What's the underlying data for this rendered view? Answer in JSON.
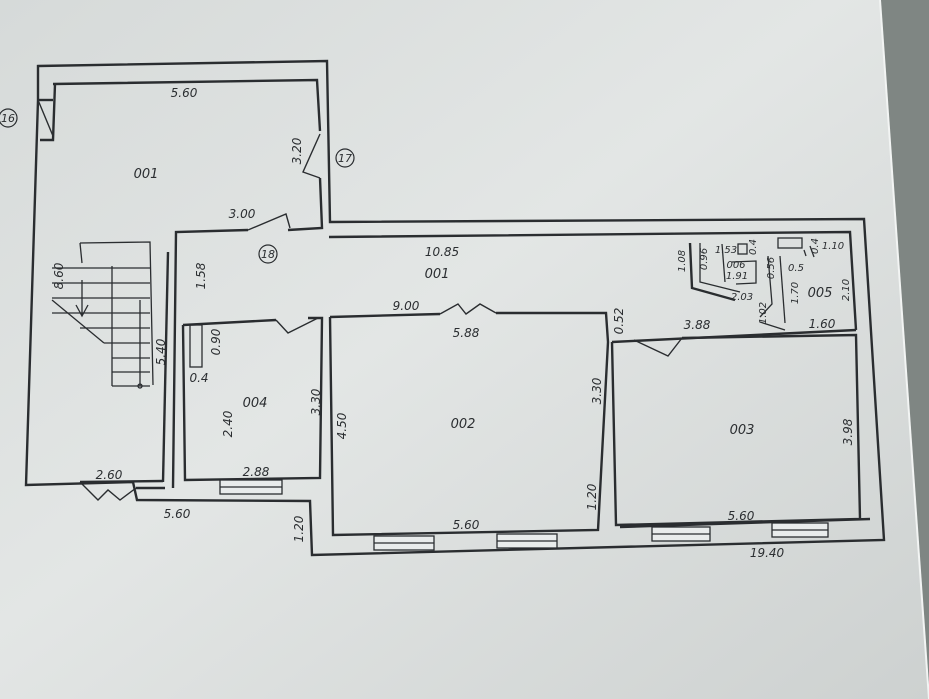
{
  "markers": {
    "m16": "16",
    "m17": "17",
    "m18": "18"
  },
  "rooms": {
    "r001_top": "001",
    "r001_corridor": "001",
    "r002": "002",
    "r003": "003",
    "r004": "004",
    "r005": "005",
    "r006": "006"
  },
  "dims": {
    "top_560": "5.60",
    "v_320": "3.20",
    "d_300": "3.00",
    "d_1085": "10.85",
    "v_860": "8.60",
    "v_540": "5.40",
    "v_158": "1.58",
    "d_900": "9.00",
    "d_588": "5.88",
    "v_052": "0.52",
    "d_388": "3.88",
    "v_108": "1.08",
    "v_096": "0.96",
    "d_153": "1.53",
    "v_04a": "0.4",
    "d_191": "1.91",
    "v_056": "0.56",
    "d_05": "0.5",
    "v_04b": "0.4",
    "d_110": "1.10",
    "v_210": "2.10",
    "d_203": "2.03",
    "v_170": "1.70",
    "v_102": "1.02",
    "d_160": "1.60",
    "v_090": "0.90",
    "d_04": "0.4",
    "v_240": "2.40",
    "v_330a": "3.30",
    "v_450": "4.50",
    "v_330b": "3.30",
    "v_398": "3.98",
    "d_260": "2.60",
    "d_288": "2.88",
    "d_560_left": "5.60",
    "v_120a": "1.20",
    "d_560_002": "5.60",
    "v_120b": "1.20",
    "d_560_003": "5.60",
    "d_1940": "19.40"
  }
}
